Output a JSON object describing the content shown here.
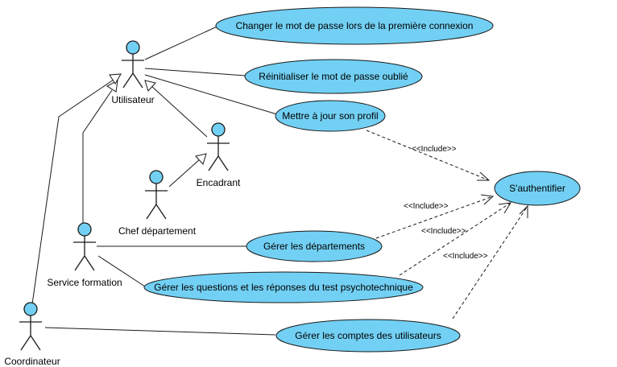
{
  "colors": {
    "usecase_fill": "#72d0f4",
    "actor_head_fill": "#72d0f4",
    "stroke": "#1a1a1a",
    "background": "#ffffff"
  },
  "actors": {
    "utilisateur": "Utilisateur",
    "encadrant": "Encadrant",
    "chef_departement": "Chef département",
    "service_formation": "Service formation",
    "coordinateur": "Coordinateur"
  },
  "usecases": {
    "changer_mdp": "Changer le mot de passe lors de la première connexion",
    "reinitialiser_mdp": "Réinitialiser le mot de passe oublié",
    "mettre_a_jour_profil": "Mettre à jour son profil",
    "authentifier": "S'authentifier",
    "gerer_departements": "Gérer les départements",
    "gerer_questions": "Gérer les questions et les réponses du test psychotechnique",
    "gerer_comptes": "Gérer les comptes des utilisateurs"
  },
  "relations": {
    "include_label": "<<Include>>"
  }
}
